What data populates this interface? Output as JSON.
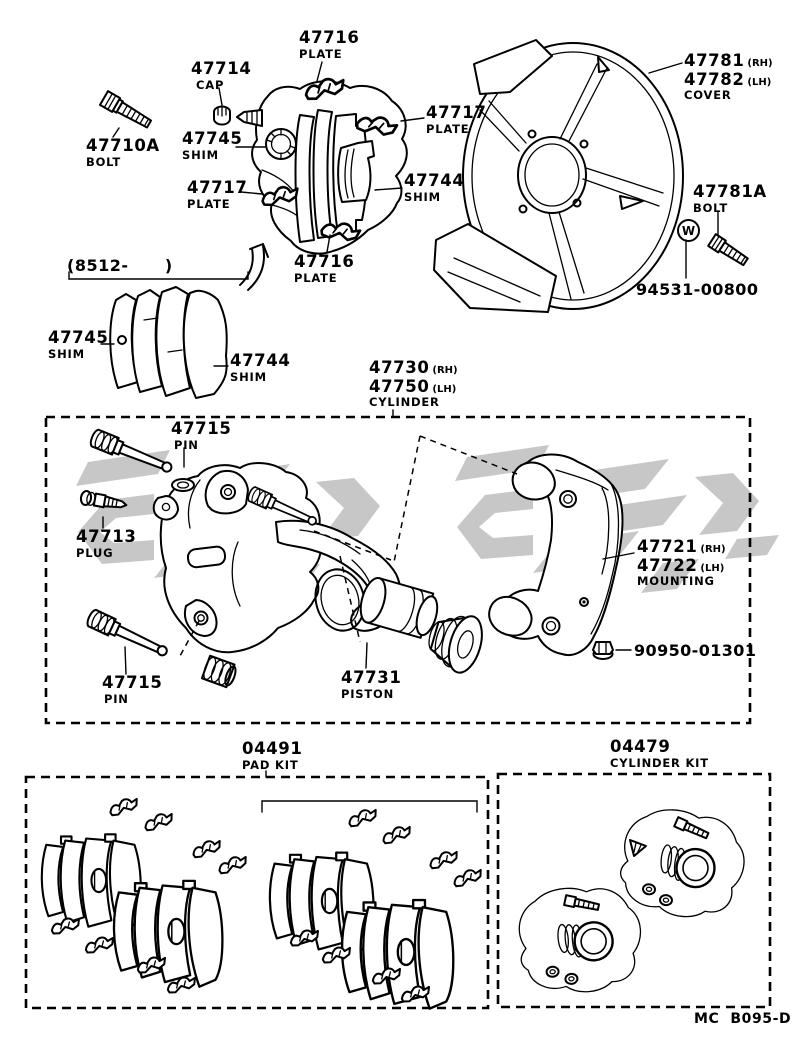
{
  "diagram": {
    "ink_color": "#000000",
    "background_color": "#ffffff",
    "watermark_color": "#c7c7c7",
    "footer": "MC  B095-D",
    "date_range": "(8512-      )"
  },
  "callouts": {
    "plate_top": {
      "num": "47716",
      "desc": "PLATE"
    },
    "cap": {
      "num": "47714",
      "desc": "CAP"
    },
    "bolt_a": {
      "num": "47710A",
      "desc": "BOLT"
    },
    "shim45_top": {
      "num": "47745",
      "desc": "SHIM"
    },
    "plate_right": {
      "num": "47717",
      "desc": "PLATE"
    },
    "shim44_right": {
      "num": "47744",
      "desc": "SHIM"
    },
    "plate_left": {
      "num": "47717",
      "desc": "PLATE"
    },
    "plate_bottom": {
      "num": "47716",
      "desc": "PLATE"
    },
    "cover": {
      "num_rh": "47781",
      "rh": "(RH)",
      "num_lh": "47782",
      "lh": "(LH)",
      "desc": "COVER"
    },
    "bolt_cover": {
      "num": "47781A",
      "desc": "BOLT"
    },
    "washer_mark": "W",
    "washer_num": "94531-00800",
    "shim45_mid": {
      "num": "47745",
      "desc": "SHIM"
    },
    "shim44_mid": {
      "num": "47744",
      "desc": "SHIM"
    },
    "cylinder": {
      "num_rh": "47730",
      "rh": "(RH)",
      "num_lh": "47750",
      "lh": "(LH)",
      "desc": "CYLINDER"
    },
    "pin_top": {
      "num": "47715",
      "desc": "PIN"
    },
    "plug": {
      "num": "47713",
      "desc": "PLUG"
    },
    "mounting": {
      "num_rh": "47721",
      "rh": "(RH)",
      "num_lh": "47722",
      "lh": "(LH)",
      "desc": "MOUNTING"
    },
    "nut_num": "90950-01301",
    "pin_bottom": {
      "num": "47715",
      "desc": "PIN"
    },
    "piston": {
      "num": "47731",
      "desc": "PISTON"
    },
    "pad_kit": {
      "num": "04491",
      "desc": "PAD KIT"
    },
    "cylinder_kit": {
      "num": "04479",
      "desc": "CYLINDER KIT"
    }
  }
}
